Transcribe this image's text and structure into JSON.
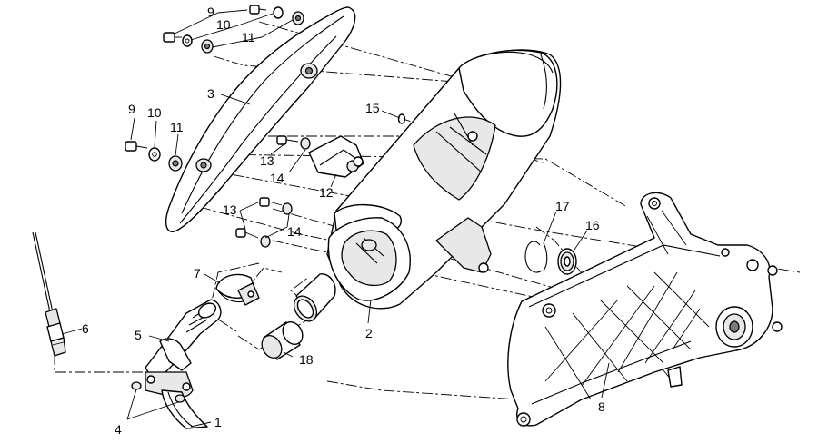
{
  "callouts": {
    "c1": "1",
    "c2": "2",
    "c3": "3",
    "c4": "4",
    "c5": "5",
    "c6": "6",
    "c7": "7",
    "c8": "8",
    "c9a": "9",
    "c9b": "9",
    "c10a": "10",
    "c10b": "10",
    "c11a": "11",
    "c11b": "11",
    "c12": "12",
    "c13a": "13",
    "c13b": "13",
    "c14a": "14",
    "c14b": "14",
    "c15": "15",
    "c16": "16",
    "c17": "17",
    "c18": "18"
  },
  "colors": {
    "line": "#000000",
    "background": "#ffffff",
    "shading": "#e8e8e8"
  }
}
